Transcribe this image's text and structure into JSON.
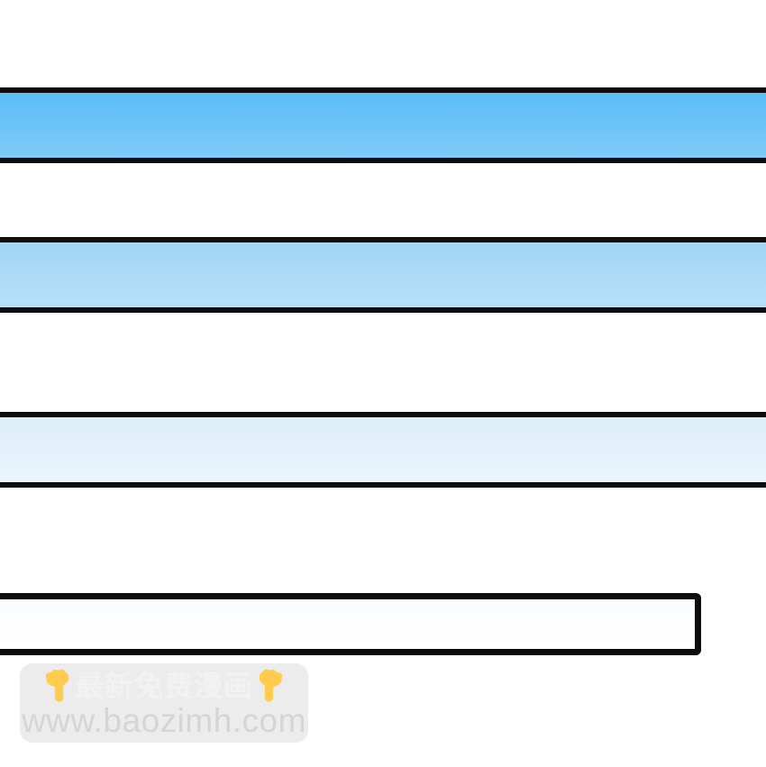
{
  "page": {
    "background": "#ffffff",
    "panel_border_color": "#0d0d0d"
  },
  "panels": [
    {
      "name": "panel-1",
      "fill_top": "#5bbdf8",
      "fill_bottom": "#7fcaf8"
    },
    {
      "name": "panel-2",
      "fill_top": "#9fd5f6",
      "fill_bottom": "#b8e0f8"
    },
    {
      "name": "panel-3",
      "fill_top": "#dceefa",
      "fill_bottom": "#ebf5fd"
    },
    {
      "name": "panel-4",
      "fill_top": "#fafcfe",
      "fill_bottom": "#ffffff"
    }
  ],
  "watermark": {
    "line1": "最新免费漫画",
    "line2": "www.baozimh.com",
    "left_icon": "pointing-down-emoji",
    "right_icon": "pointing-down-emoji",
    "box_color": "#ececec",
    "line1_color": "#f2f2f2",
    "line2_color": "#d5d5d5",
    "emoji_color": "#ffcc4d"
  }
}
